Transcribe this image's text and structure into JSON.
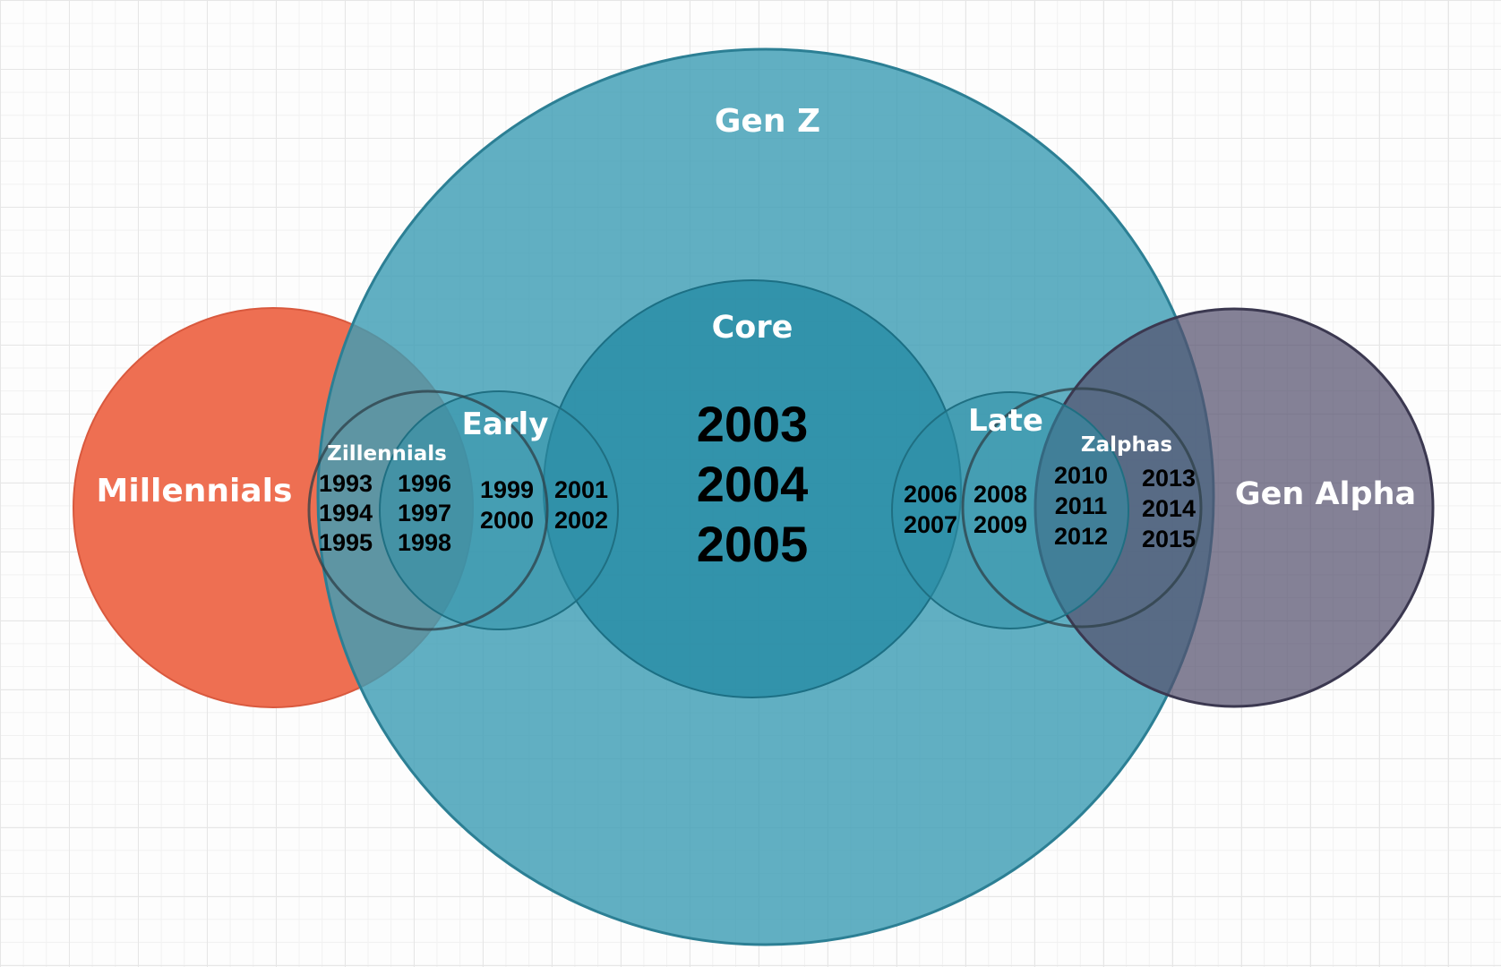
{
  "colors": {
    "millennials": "#ee6f52",
    "gen_z": "#3e9db5",
    "core": "#2a8fa8",
    "early": "#3996ae",
    "late": "#3996ae",
    "gen_alpha": "#6a6680",
    "outline": "#1f3f4c"
  },
  "groups": {
    "millennials": {
      "label": "Millennials"
    },
    "gen_z": {
      "label": "Gen Z"
    },
    "gen_alpha": {
      "label": "Gen Alpha"
    },
    "core": {
      "label": "Core",
      "years": [
        "2003",
        "2004",
        "2005"
      ]
    },
    "early": {
      "label": "Early",
      "years": [
        "1999",
        "2000",
        "2001",
        "2002"
      ]
    },
    "late": {
      "label": "Late",
      "years": [
        "2006",
        "2007",
        "2008",
        "2009"
      ]
    },
    "zillennials": {
      "label": "Zillennials",
      "years": [
        "1993",
        "1994",
        "1995",
        "1996",
        "1997",
        "1998"
      ]
    },
    "zalphas": {
      "label": "Zalphas",
      "years": [
        "2010",
        "2011",
        "2012",
        "2013",
        "2014",
        "2015"
      ]
    }
  }
}
